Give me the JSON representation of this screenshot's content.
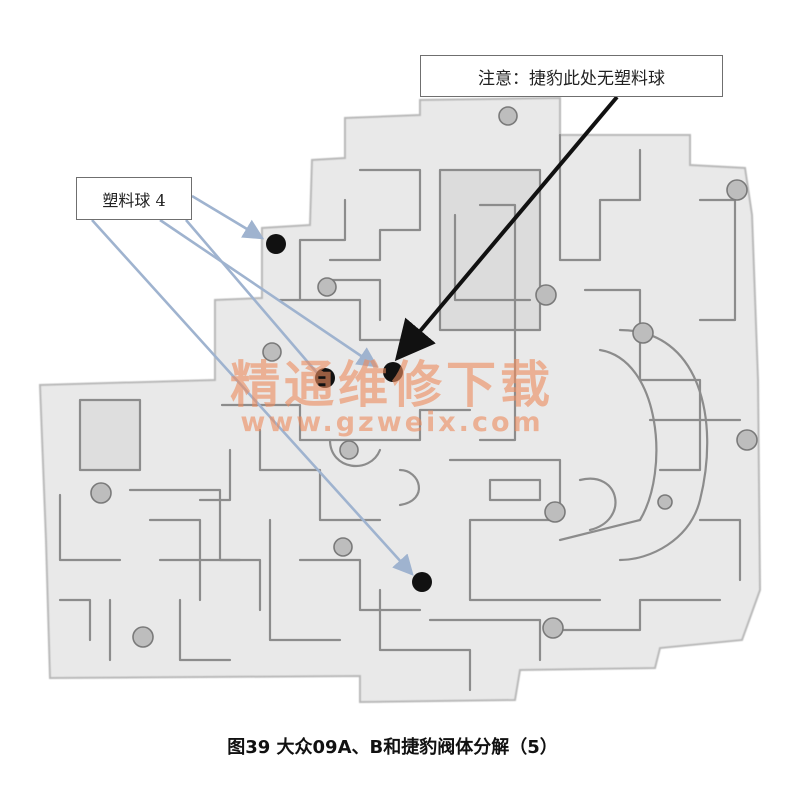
{
  "diagram": {
    "note_label": "注意：捷豹此处无塑料球",
    "ball_label": "塑料球 4",
    "watermark_cn": "精通维修下载",
    "watermark_url": "www.gzweix.com",
    "caption": "图39  大众09A、B和捷豹阀体分解（5）",
    "colors": {
      "body": "#e9e9e9",
      "channel_edge": "#8c8c8c",
      "pointer_blue": "#9fb3cf",
      "note_arrow": "#111111",
      "ball": "#111111",
      "watermark": "#ec8c60"
    }
  }
}
